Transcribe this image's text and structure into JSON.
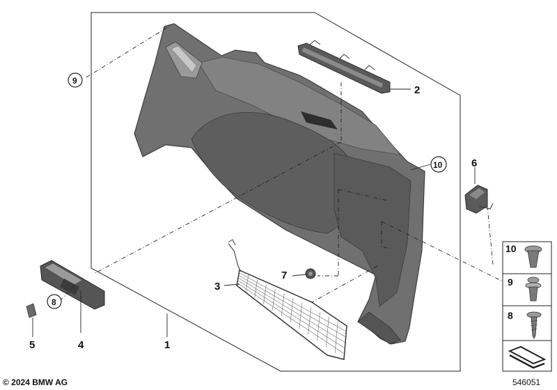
{
  "callouts": {
    "c1": "1",
    "c2": "2",
    "c3": "3",
    "c4": "4",
    "c5": "5",
    "c6": "6",
    "c7": "7",
    "c8": "8",
    "c9": "9",
    "c10": "10"
  },
  "legend": {
    "l10": "10",
    "l9": "9",
    "l8": "8"
  },
  "footer": {
    "copyright": "© 2024 BMW AG",
    "diagram_id": "546051"
  },
  "colors": {
    "trim": "#6f6f6f",
    "trim_dark": "#4d4d4d",
    "trim_light": "#8c8c8c",
    "line": "#222222"
  }
}
